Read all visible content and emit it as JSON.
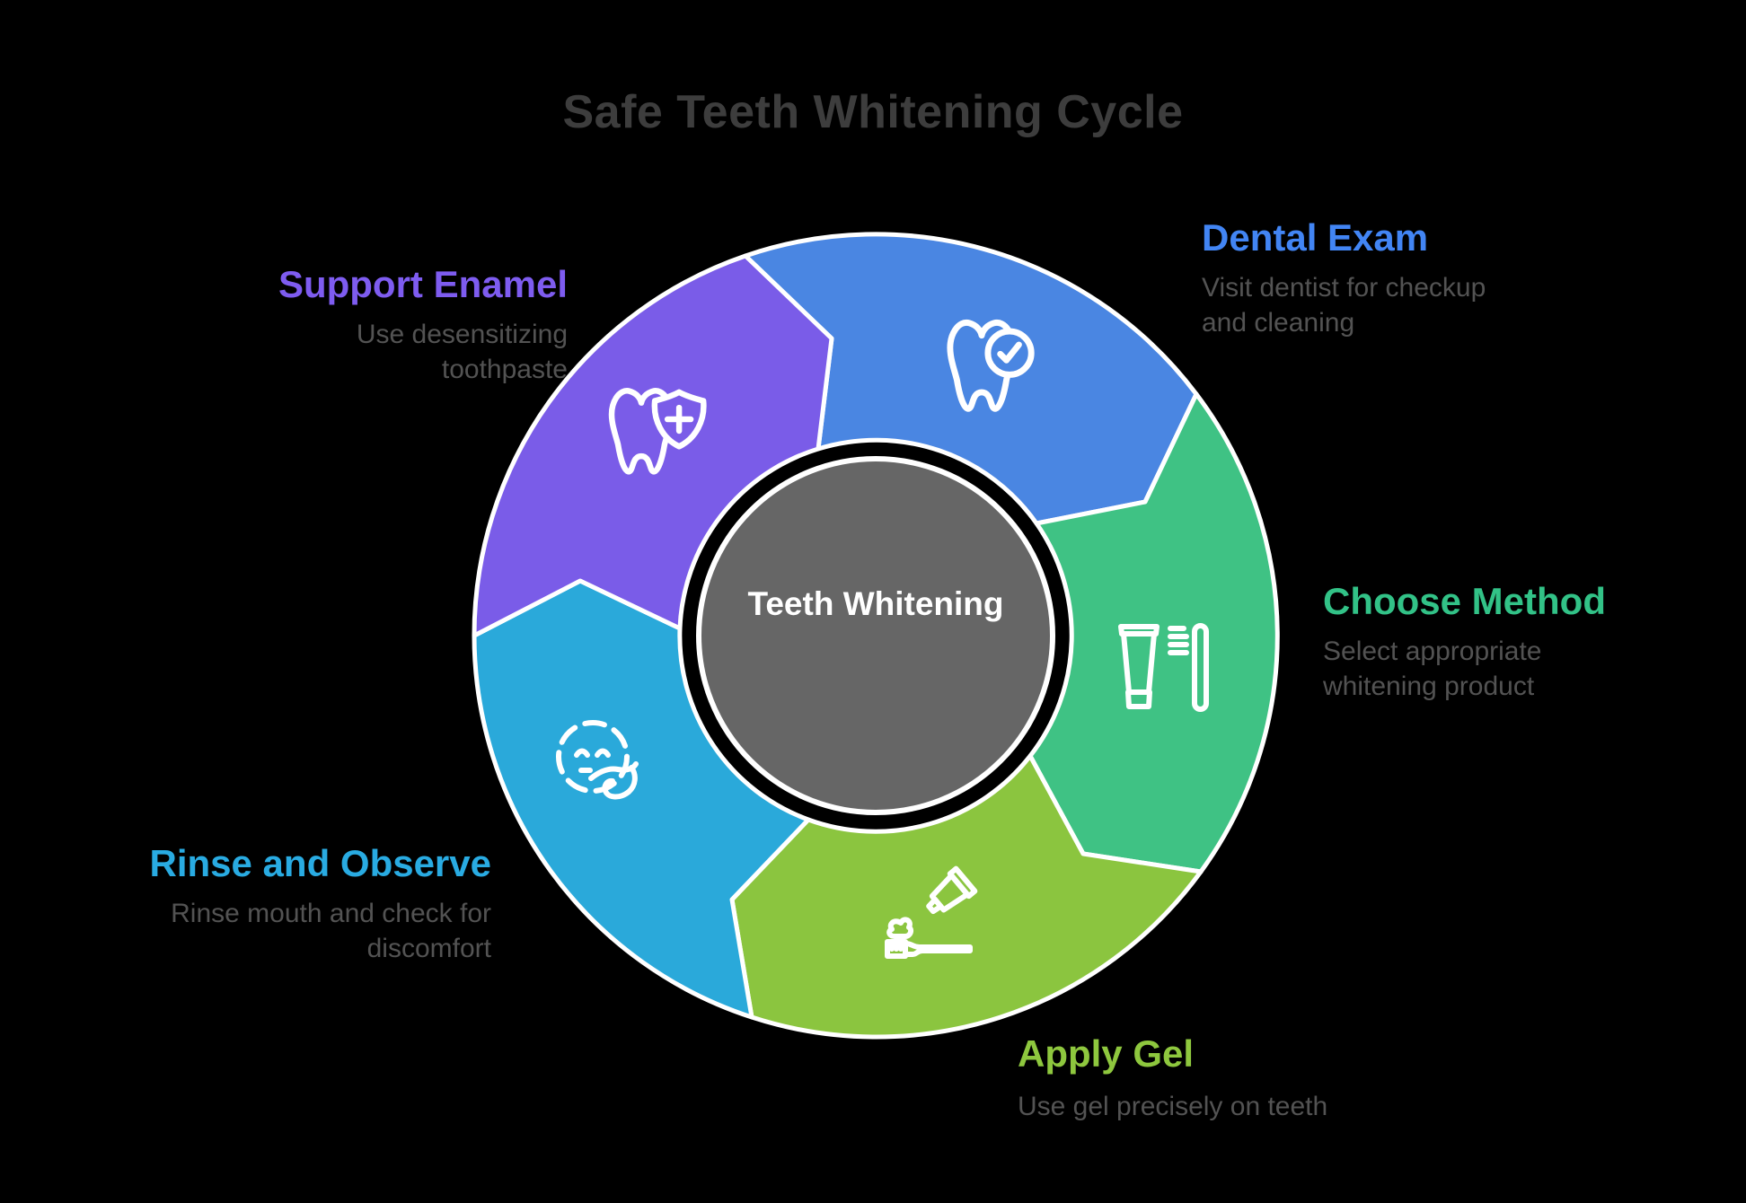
{
  "title": {
    "text": "Safe Teeth Whitening Cycle",
    "color": "#3d3d3d"
  },
  "center": {
    "label": "Teeth Whitening",
    "bg_color": "#666666",
    "text_color": "#ffffff"
  },
  "colors": {
    "background": "#000000",
    "description": "#535353",
    "ring_stroke": "#ffffff"
  },
  "steps": [
    {
      "id": "dental-exam",
      "label": "Dental Exam",
      "description": "Visit dentist for checkup and cleaning",
      "color": "#4a86e2",
      "label_color": "#4285f4",
      "icon": "tooth-check-icon"
    },
    {
      "id": "choose-method",
      "label": "Choose Method",
      "description": "Select appropriate whitening product",
      "color": "#3fc284",
      "label_color": "#32c287",
      "icon": "toothpaste-brush-icon"
    },
    {
      "id": "apply-gel",
      "label": "Apply Gel",
      "description": "Use gel precisely on teeth",
      "color": "#8bc53f",
      "label_color": "#8ec73e",
      "icon": "gel-on-brush-icon"
    },
    {
      "id": "rinse-observe",
      "label": "Rinse and Observe",
      "description": "Rinse mouth and check for discomfort",
      "color": "#2aa9da",
      "label_color": "#29abe2",
      "icon": "face-rinse-icon"
    },
    {
      "id": "support-enamel",
      "label": "Support Enamel",
      "description": "Use desensitizing toothpaste",
      "color": "#7a5ce8",
      "label_color": "#7e5cf0",
      "icon": "tooth-shield-icon"
    }
  ]
}
